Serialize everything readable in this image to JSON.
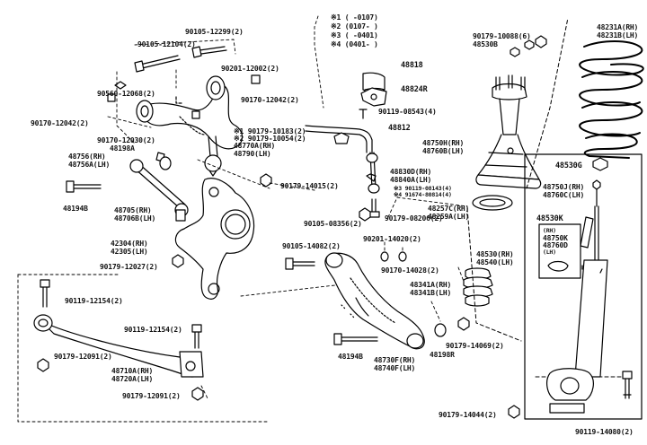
{
  "legend": [
    "※1 (    -0107)",
    "※2 (0107-    )",
    "※3 (    -0401)",
    "※4 (0401-    )"
  ],
  "parts": {
    "p90105_12299": "90105-12299(2)",
    "p90105_12104": "90105-12104(2)",
    "p90201_12002": "90201-12002(2)",
    "p90560_12068": "90560-12068(2)",
    "p90170_12042_r": "90170-12042(2)",
    "p90170_12042_l": "90170-12042(2)",
    "p90170_12030": "90170-12030(2)",
    "p48198a": "48198A",
    "p48756": "48756(RH)",
    "p48756a": "48756A(LH)",
    "p48194b": "48194B",
    "p48705": "48705(RH)",
    "p48706b": "48706B(LH)",
    "p42304": "42304(RH)",
    "p42305": "42305(LH)",
    "p90179_12027": "90179-12027(2)",
    "p90119_12154_l": "90119-12154(2)",
    "p90119_12154_r": "90119-12154(2)",
    "p90179_12091_l": "90179-12091(2)",
    "p90179_12091_b": "90179-12091(2)",
    "p48710a": "48710A(RH)",
    "p48720a": "48720A(LH)",
    "p48818": "48818",
    "p48824r": "48824R",
    "p90119_08543": "90119-08543(4)",
    "p48812": "48812",
    "p90179_10183": "※1 90179-10183(2)",
    "p90179_10054": "※2 90179-10054(2)",
    "p48770a": "48770A(RH)",
    "p48790": "48790(LH)",
    "p90179_14015": "90179-14015(2)",
    "p48830d": "48830D(RH)",
    "p48840a": "48840A(LH)",
    "p90119_08143": "※3 90119-08143(4)",
    "p91674_80814": "※4 91674-80814(4)",
    "p90105_08356": "90105-08356(2)",
    "p90179_08206": "90179-08206(2)",
    "p90105_14082": "90105-14082(2)",
    "p90201_14020": "90201-14020(2)",
    "p90170_14028": "90170-14028(2)",
    "p48341a": "48341A(RH)",
    "p48341b": "48341B(LH)",
    "p90179_14069": "90179-14069(2)",
    "p48194b2": "48194B",
    "p48730f": "48730F(RH)",
    "p48740f": "48740F(LH)",
    "p48198r": "48198R",
    "p90179_10088": "90179-10088(6)",
    "p48530b": "48530B",
    "p48750h": "48750H(RH)",
    "p48760b": "48760B(LH)",
    "p48257c": "48257C(RH)",
    "p48259a": "48259A(LH)",
    "p48530": "48530(RH)",
    "p48540": "48540(LH)",
    "p48231a": "48231A(RH)",
    "p48231b": "48231B(LH)",
    "p48530g": "48530G",
    "p48750j": "48750J(RH)",
    "p48760c": "48760C(LH)",
    "p48530k": "48530K",
    "p48750k_rh": "(RH)",
    "p48750k": "48750K",
    "p48760d": "48760D",
    "p48760d_lh": "(LH)",
    "p90179_14044": "90179-14044(2)",
    "p90119_14080": "90119-14080(2)"
  }
}
